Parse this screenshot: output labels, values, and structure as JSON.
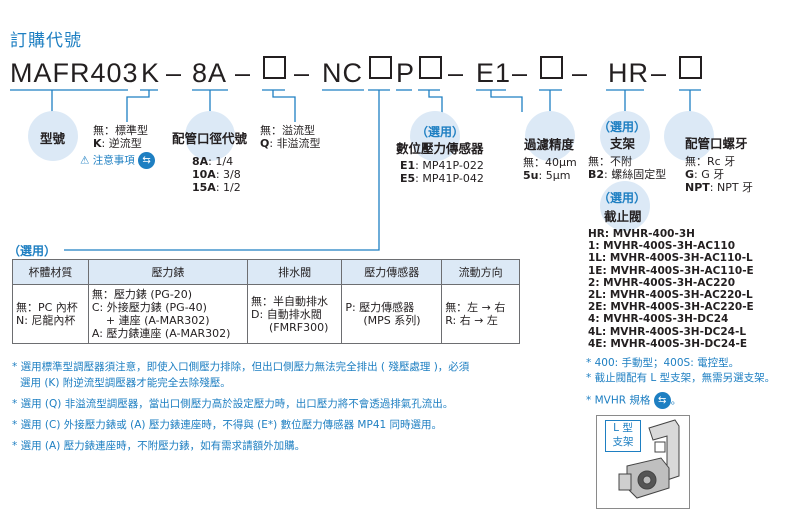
{
  "title": "訂購代號",
  "code": {
    "base": "MAFR403",
    "k": "K",
    "dash": "–",
    "port": "8A",
    "nc": "NC",
    "p": "P",
    "e1": "E1",
    "hr": "HR"
  },
  "labels": {
    "model": "型號",
    "port_size": "配管口徑代號",
    "sensor": "數位壓力傳感器",
    "filter": "過濾精度",
    "bracket": "支架",
    "thread": "配管口螺牙",
    "valve": "截止閥",
    "optional": "（選用）",
    "options_tag": "（選用）"
  },
  "model": {
    "lines": [
      {
        "k": "無",
        "v": "標準型"
      },
      {
        "k": "K",
        "v": "逆流型"
      }
    ],
    "warning": "注意事項"
  },
  "port": {
    "lines": [
      {
        "k": "8A",
        "v": "1/4"
      },
      {
        "k": "10A",
        "v": "3/8"
      },
      {
        "k": "15A",
        "v": "1/2"
      }
    ]
  },
  "overflow": {
    "lines": [
      {
        "k": "無",
        "v": "溢流型"
      },
      {
        "k": "Q",
        "v": "非溢流型"
      }
    ]
  },
  "sensor": {
    "lines": [
      {
        "k": "E1",
        "v": "MP41P-022"
      },
      {
        "k": "E5",
        "v": "MP41P-042"
      }
    ]
  },
  "filter": {
    "lines": [
      {
        "k": "無",
        "v": "40μm"
      },
      {
        "k": "5u",
        "v": "5μm"
      }
    ]
  },
  "bracket": {
    "lines": [
      {
        "k": "無",
        "v": "不附"
      },
      {
        "k": "B2",
        "v": "螺絲固定型"
      }
    ]
  },
  "thread": {
    "lines": [
      {
        "k": "無",
        "v": "Rc 牙"
      },
      {
        "k": "G",
        "v": "G 牙"
      },
      {
        "k": "NPT",
        "v": "NPT 牙"
      }
    ]
  },
  "valve": {
    "items": [
      {
        "k": "HR",
        "v": "MVHR-400-3H"
      },
      {
        "k": "1",
        "v": "MVHR-400S-3H-AC110"
      },
      {
        "k": "1L",
        "v": "MVHR-400S-3H-AC110-L"
      },
      {
        "k": "1E",
        "v": "MVHR-400S-3H-AC110-E"
      },
      {
        "k": "2",
        "v": "MVHR-400S-3H-AC220"
      },
      {
        "k": "2L",
        "v": "MVHR-400S-3H-AC220-L"
      },
      {
        "k": "2E",
        "v": "MVHR-400S-3H-AC220-E"
      },
      {
        "k": "4",
        "v": "MVHR-400S-3H-DC24"
      },
      {
        "k": "4L",
        "v": "MVHR-400S-3H-DC24-L"
      },
      {
        "k": "4E",
        "v": "MVHR-400S-3H-DC24-E"
      }
    ],
    "note1": "* 400: 手動型；400S: 電控型。",
    "note2": "* 截止閥配有 L 型支架，無需另選支架。",
    "spec_link": "* MVHR 規格",
    "bracket_label1": "L 型",
    "bracket_label2": "支架"
  },
  "table": {
    "headers": [
      "杯體材質",
      "壓力錶",
      "排水閥",
      "壓力傳感器",
      "流動方向"
    ],
    "cells": [
      [
        "無：PC 內杯",
        "N: 尼龍內杯"
      ],
      [
        "無：壓力錶 (PG-20)",
        "C: 外接壓力錶 (PG-40)",
        "+ 連座 (A-MAR302)",
        "A: 壓力錶連座 (A-MAR302)"
      ],
      [
        "無：半自動排水",
        "D: 自動排水閥",
        "(FMRF300)"
      ],
      [
        "P: 壓力傳感器",
        "(MPS 系列)"
      ],
      [
        "無：左 → 右",
        "R: 右 → 左"
      ]
    ]
  },
  "notes": [
    "* 選用標準型調壓器須注意，即使入口側壓力排除，但出口側壓力無法完全排出 ( 殘壓處理 )，必須",
    "選用 (K) 附逆流型調壓器才能完全去除殘壓。",
    "* 選用 (Q) 非溢流型調壓器，當出口側壓力高於設定壓力時，出口壓力將不會透過排氣孔流出。",
    "* 選用 (C) 外接壓力錶或 (A) 壓力錶連座時，不得與 (E*) 數位壓力傳感器 MP41 同時選用。",
    "* 選用 (A) 壓力錶連座時，不附壓力錶，如有需求請額外加購。"
  ]
}
